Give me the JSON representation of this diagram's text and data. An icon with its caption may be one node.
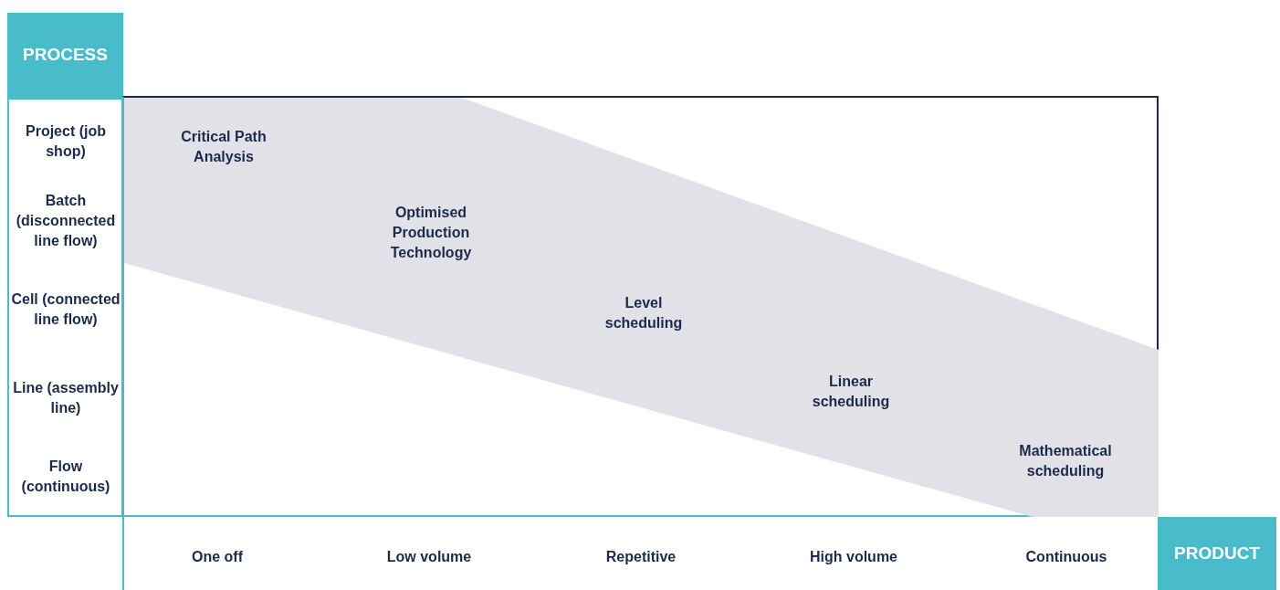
{
  "diagram": {
    "nodes": [
      {
        "text": [
          "PROCESS"
        ]
      },
      {
        "text": [
          "Project (job shop)",
          "Batch (disconnected line flow)",
          "Cell (connected line flow)",
          "Line (assembly line)",
          "Flow (continuous)"
        ]
      },
      {
        "text": [
          "Critical Path Analysis",
          "Optimised Production Technology",
          "Level scheduling",
          "Linear scheduling",
          "Mathematical scheduling"
        ]
      },
      {
        "text": [
          "One off",
          "Low volume",
          "Repetitive",
          "High volume",
          "Continuous"
        ]
      },
      {
        "text": [
          "PRODUCT"
        ]
      }
    ]
  }
}
